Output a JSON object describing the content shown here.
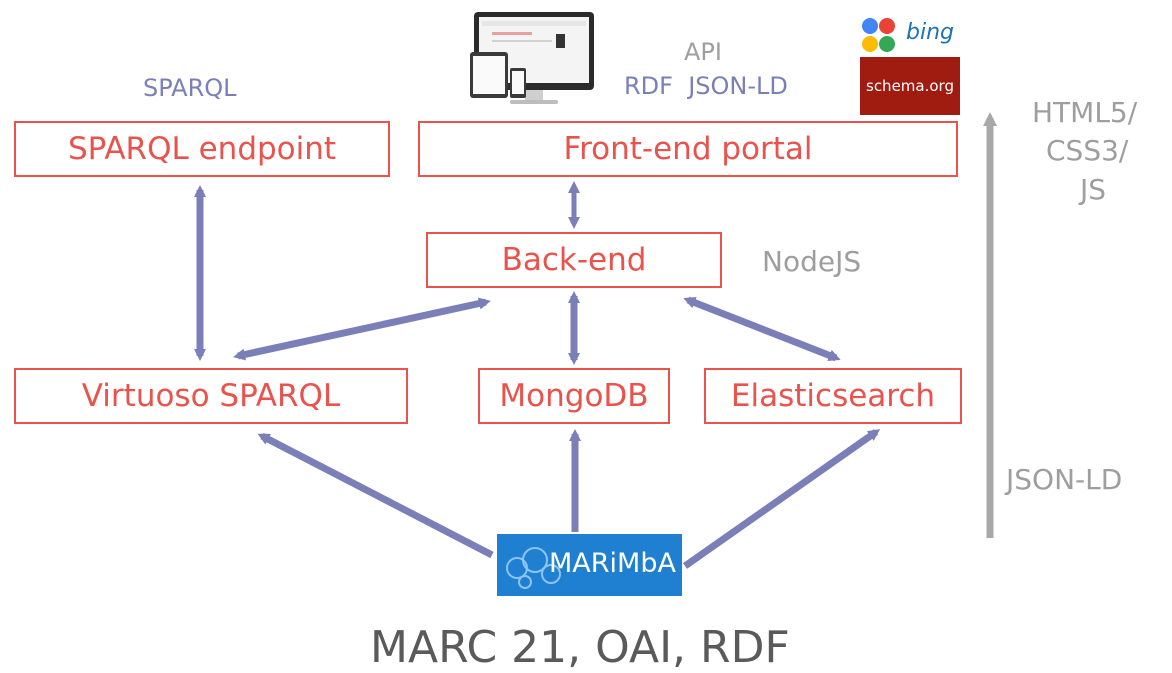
{
  "nodes": {
    "sparql_endpoint": "SPARQL endpoint",
    "frontend_portal": "Front-end portal",
    "backend": "Back-end",
    "virtuoso": "Virtuoso SPARQL",
    "mongodb": "MongoDB",
    "elasticsearch": "Elasticsearch"
  },
  "labels": {
    "sparql": "SPARQL",
    "api": "API",
    "rdf_jsonld": "RDF  JSON-LD",
    "nodejs": "NodeJS",
    "html5": "HTML5/",
    "css3": "CSS3/",
    "js": "JS",
    "jsonld": "JSON-LD",
    "bottom": "MARC 21, OAI, RDF"
  },
  "logos": {
    "marimba": "MARiMbA",
    "bing": "bing",
    "schema": "schema.org"
  },
  "colors": {
    "node_border": "#e8534d",
    "arrow": "#7a7fb8",
    "gray": "#a8a8a8",
    "marimba_bg": "#1f7fd1",
    "schema_bg": "#a01c10"
  }
}
